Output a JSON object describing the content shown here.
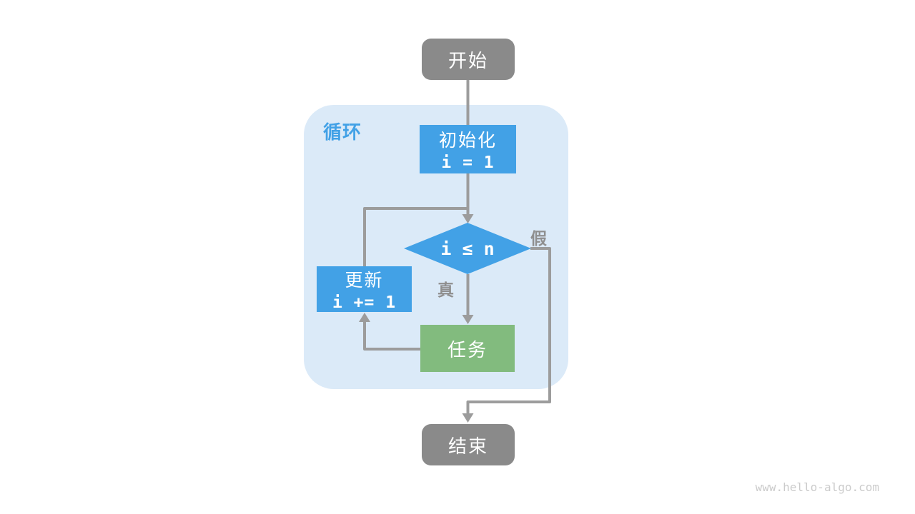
{
  "diagram": {
    "loop_label": "循环",
    "nodes": {
      "start": {
        "label": "开始",
        "type": "terminal"
      },
      "init": {
        "label": "初始化",
        "code": "i = 1",
        "type": "process"
      },
      "condition": {
        "label": "i ≤ n",
        "type": "decision"
      },
      "update": {
        "label": "更新",
        "code": "i += 1",
        "type": "process"
      },
      "task": {
        "label": "任务",
        "type": "process"
      },
      "end": {
        "label": "结束",
        "type": "terminal"
      }
    },
    "edge_labels": {
      "true_label": "真",
      "false_label": "假"
    },
    "edges": [
      {
        "from": "start",
        "to": "init"
      },
      {
        "from": "init",
        "to": "condition"
      },
      {
        "from": "condition",
        "to": "task",
        "label": "真"
      },
      {
        "from": "condition",
        "to": "end",
        "label": "假"
      },
      {
        "from": "task",
        "to": "update"
      },
      {
        "from": "update",
        "to": "condition"
      }
    ],
    "colors": {
      "terminal_gray": "#8a8a8a",
      "process_blue": "#42a1e6",
      "task_green": "#82bb7e",
      "container_blue": "#dbeaf8",
      "connector_gray": "#9c9c9c",
      "loop_label_blue": "#42a1e6",
      "edge_label_gray": "#8f8f8f",
      "watermark_gray": "#cbcbcb"
    },
    "watermark": "www.hello-algo.com"
  }
}
